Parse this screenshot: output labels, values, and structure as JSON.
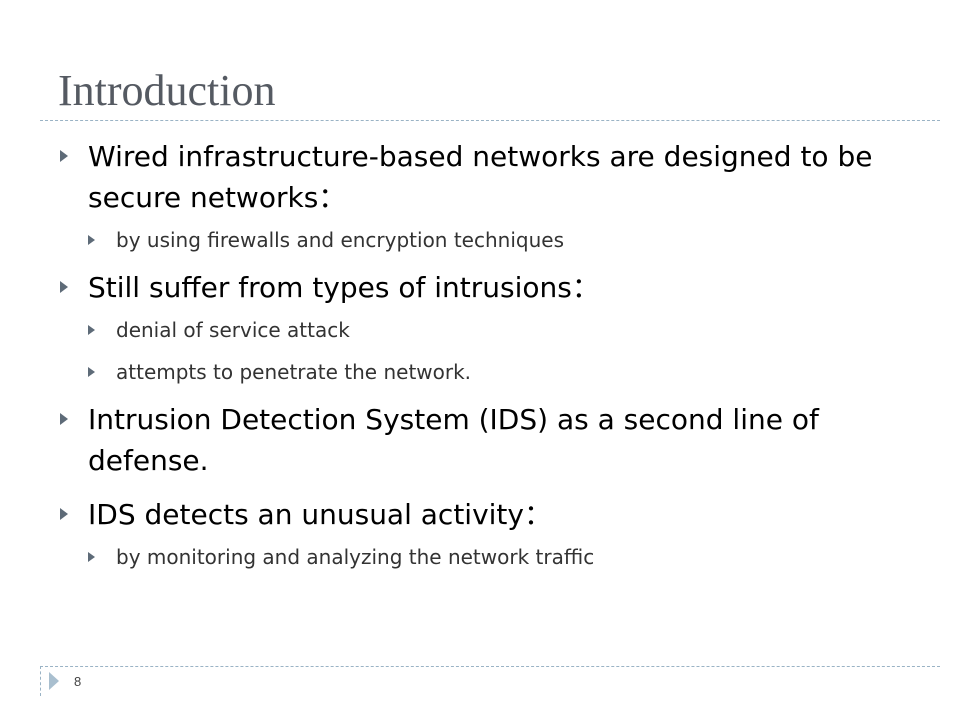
{
  "slide": {
    "title": "Introduction",
    "page_number": "8"
  },
  "bullets": [
    {
      "text": "Wired infrastructure-based networks are designed to be secure networks：",
      "subs": [
        {
          "text": "by using firewalls and encryption techniques"
        }
      ]
    },
    {
      "text": "Still suffer from types of intrusions：",
      "subs": [
        {
          "text": "denial of service attack"
        },
        {
          "text": "attempts to penetrate the network."
        }
      ]
    },
    {
      "text": "Intrusion Detection System (IDS) as a second line of defense.",
      "subs": []
    },
    {
      "text": "IDS detects an unusual activity：",
      "subs": [
        {
          "text": "by monitoring and analyzing the network traffic"
        }
      ]
    }
  ],
  "icons": {
    "bullet_marker": "triangle-right-icon",
    "footer_marker": "triangle-right-icon"
  },
  "colors": {
    "title": "#555a62",
    "bullet_marker": "#5e6b78",
    "rule": "#9ab3c5",
    "footer_marker": "#a9bfcf"
  }
}
